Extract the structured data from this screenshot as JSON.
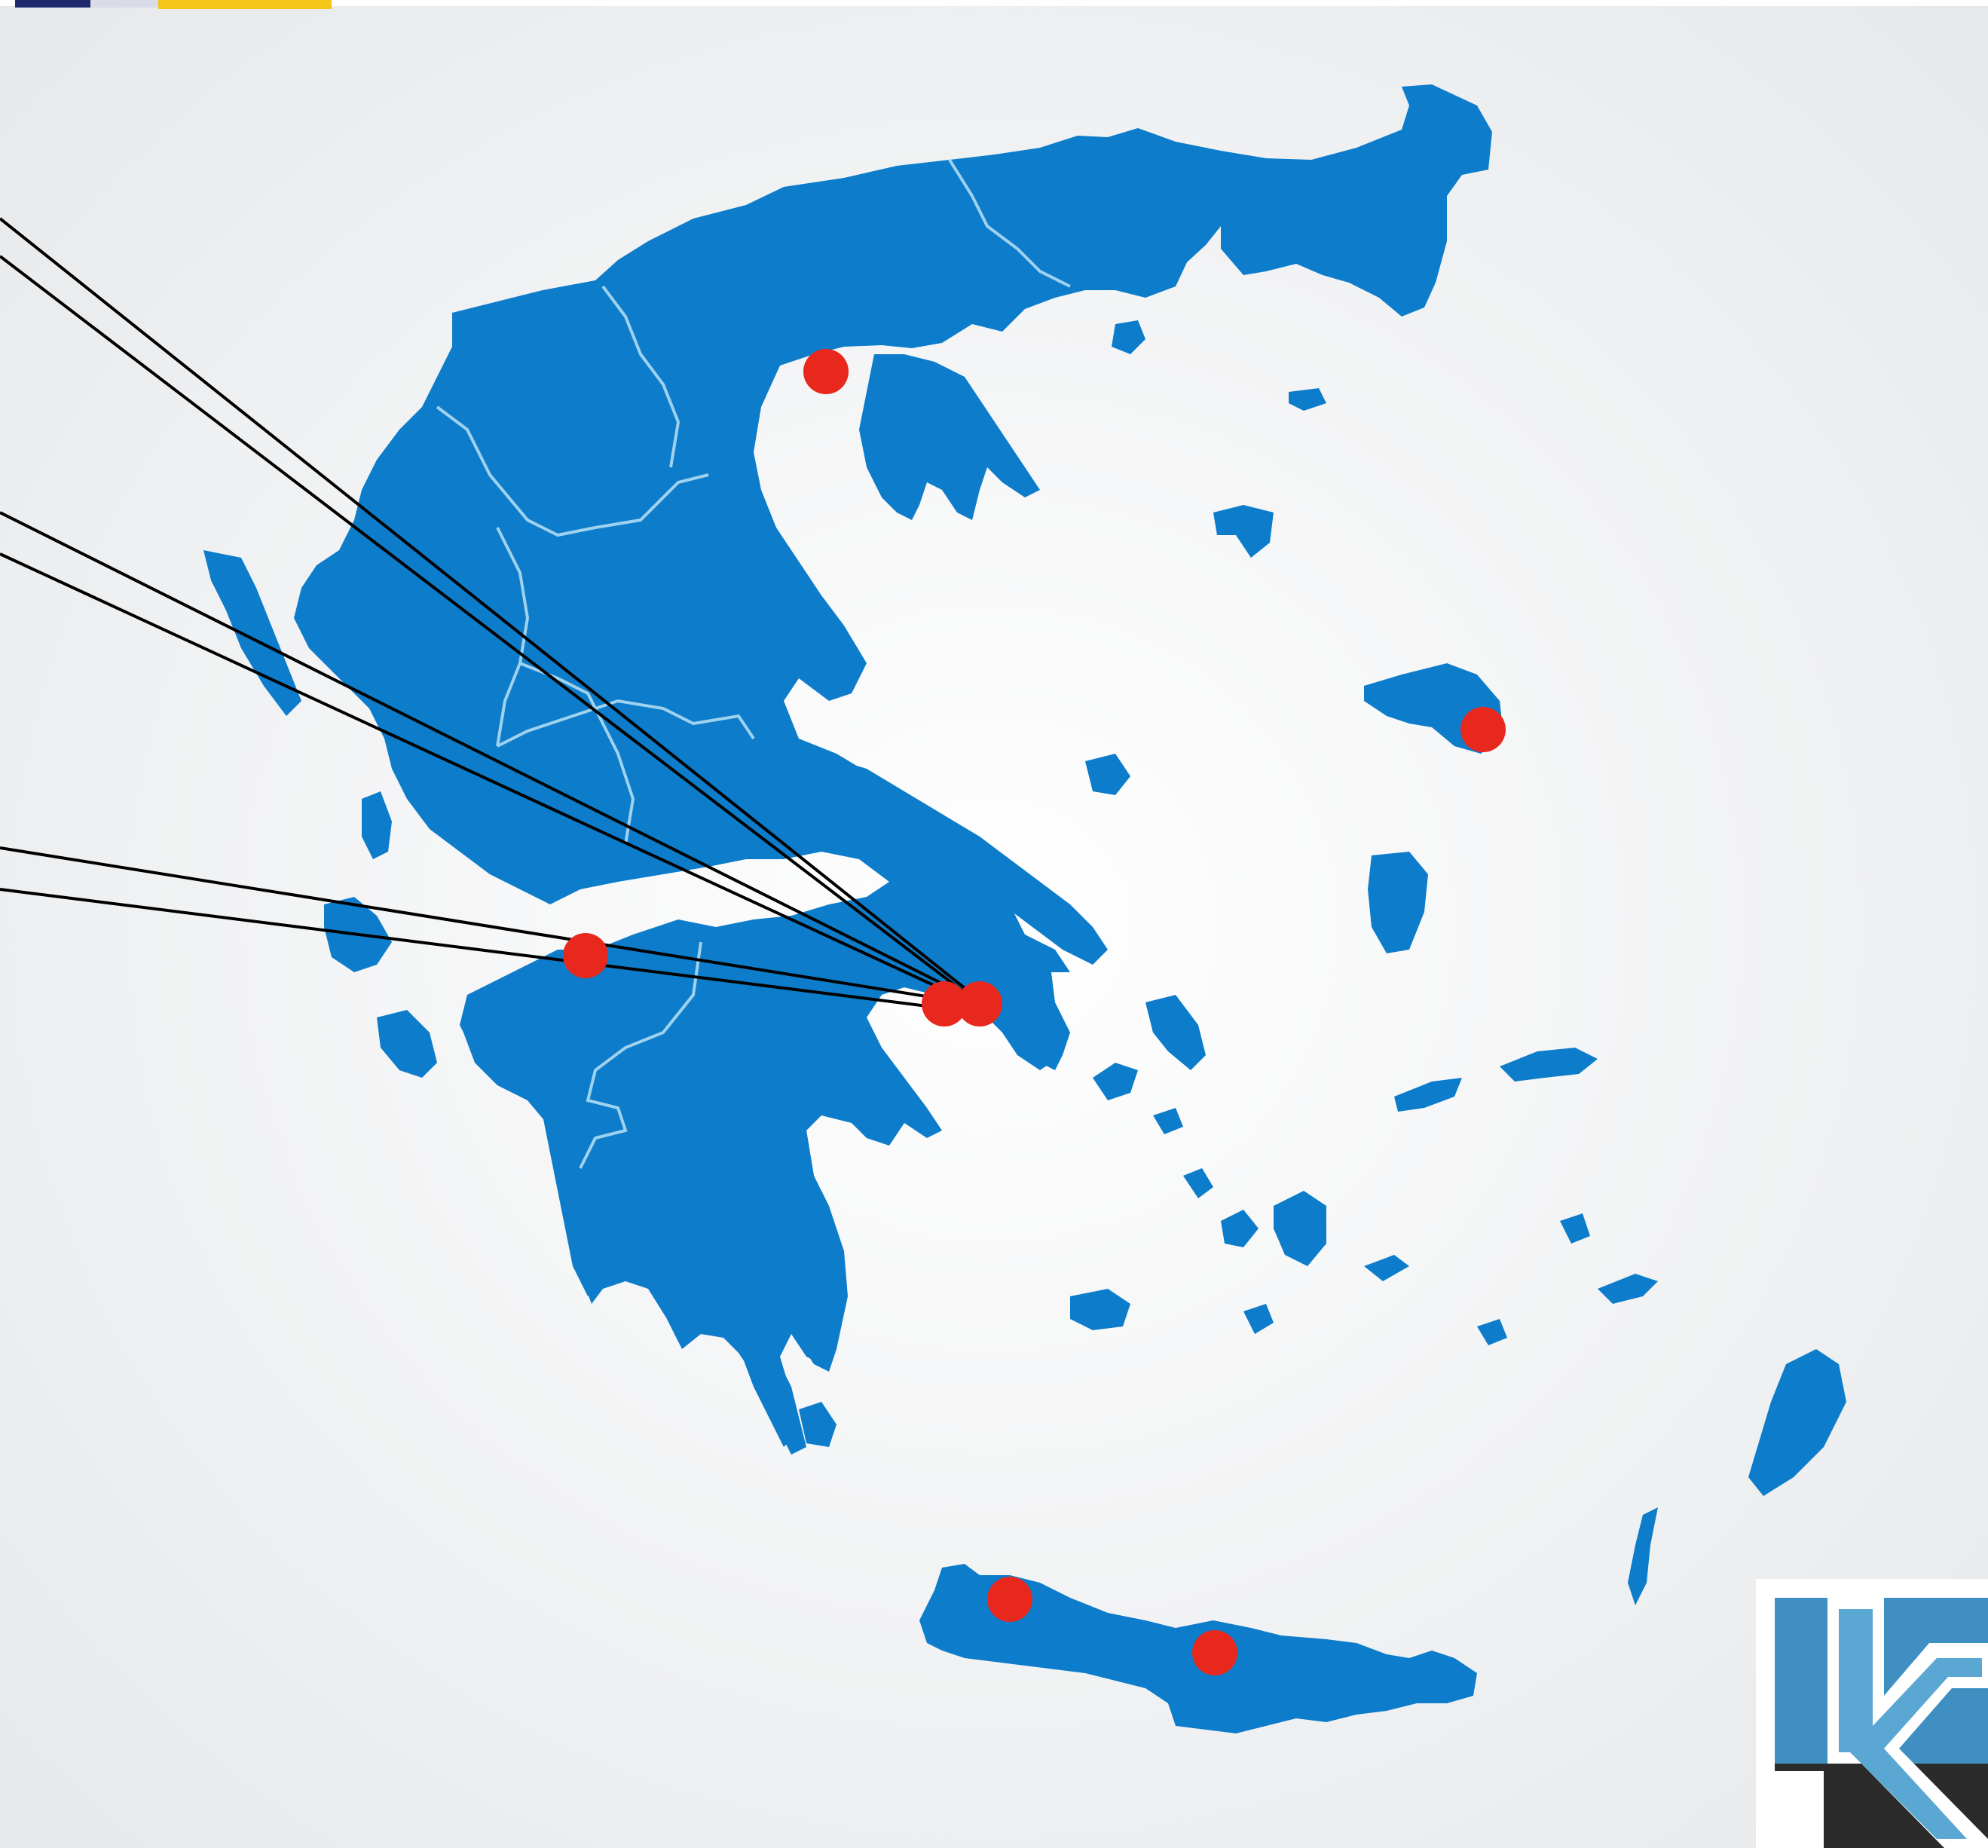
{
  "colors": {
    "background": "#eef0f1",
    "land": "#0c7ccb",
    "borders": "#9fd2ee",
    "markers": "#e8281d",
    "lines": "#000000",
    "logo_blue": "#3f8fc3",
    "logo_dark": "#2b2b2b"
  },
  "icons": {
    "top_left_badge": "flags-badge-icon",
    "bottom_right_logo": "k-logo-icon"
  },
  "map": {
    "country": "Greece",
    "markers": [
      "thessaloniki-marker",
      "lesvos-marker",
      "patras-marker",
      "athens-marker-1",
      "athens-marker-2",
      "chania-marker",
      "heraklion-marker"
    ],
    "connector_lines": 6
  }
}
